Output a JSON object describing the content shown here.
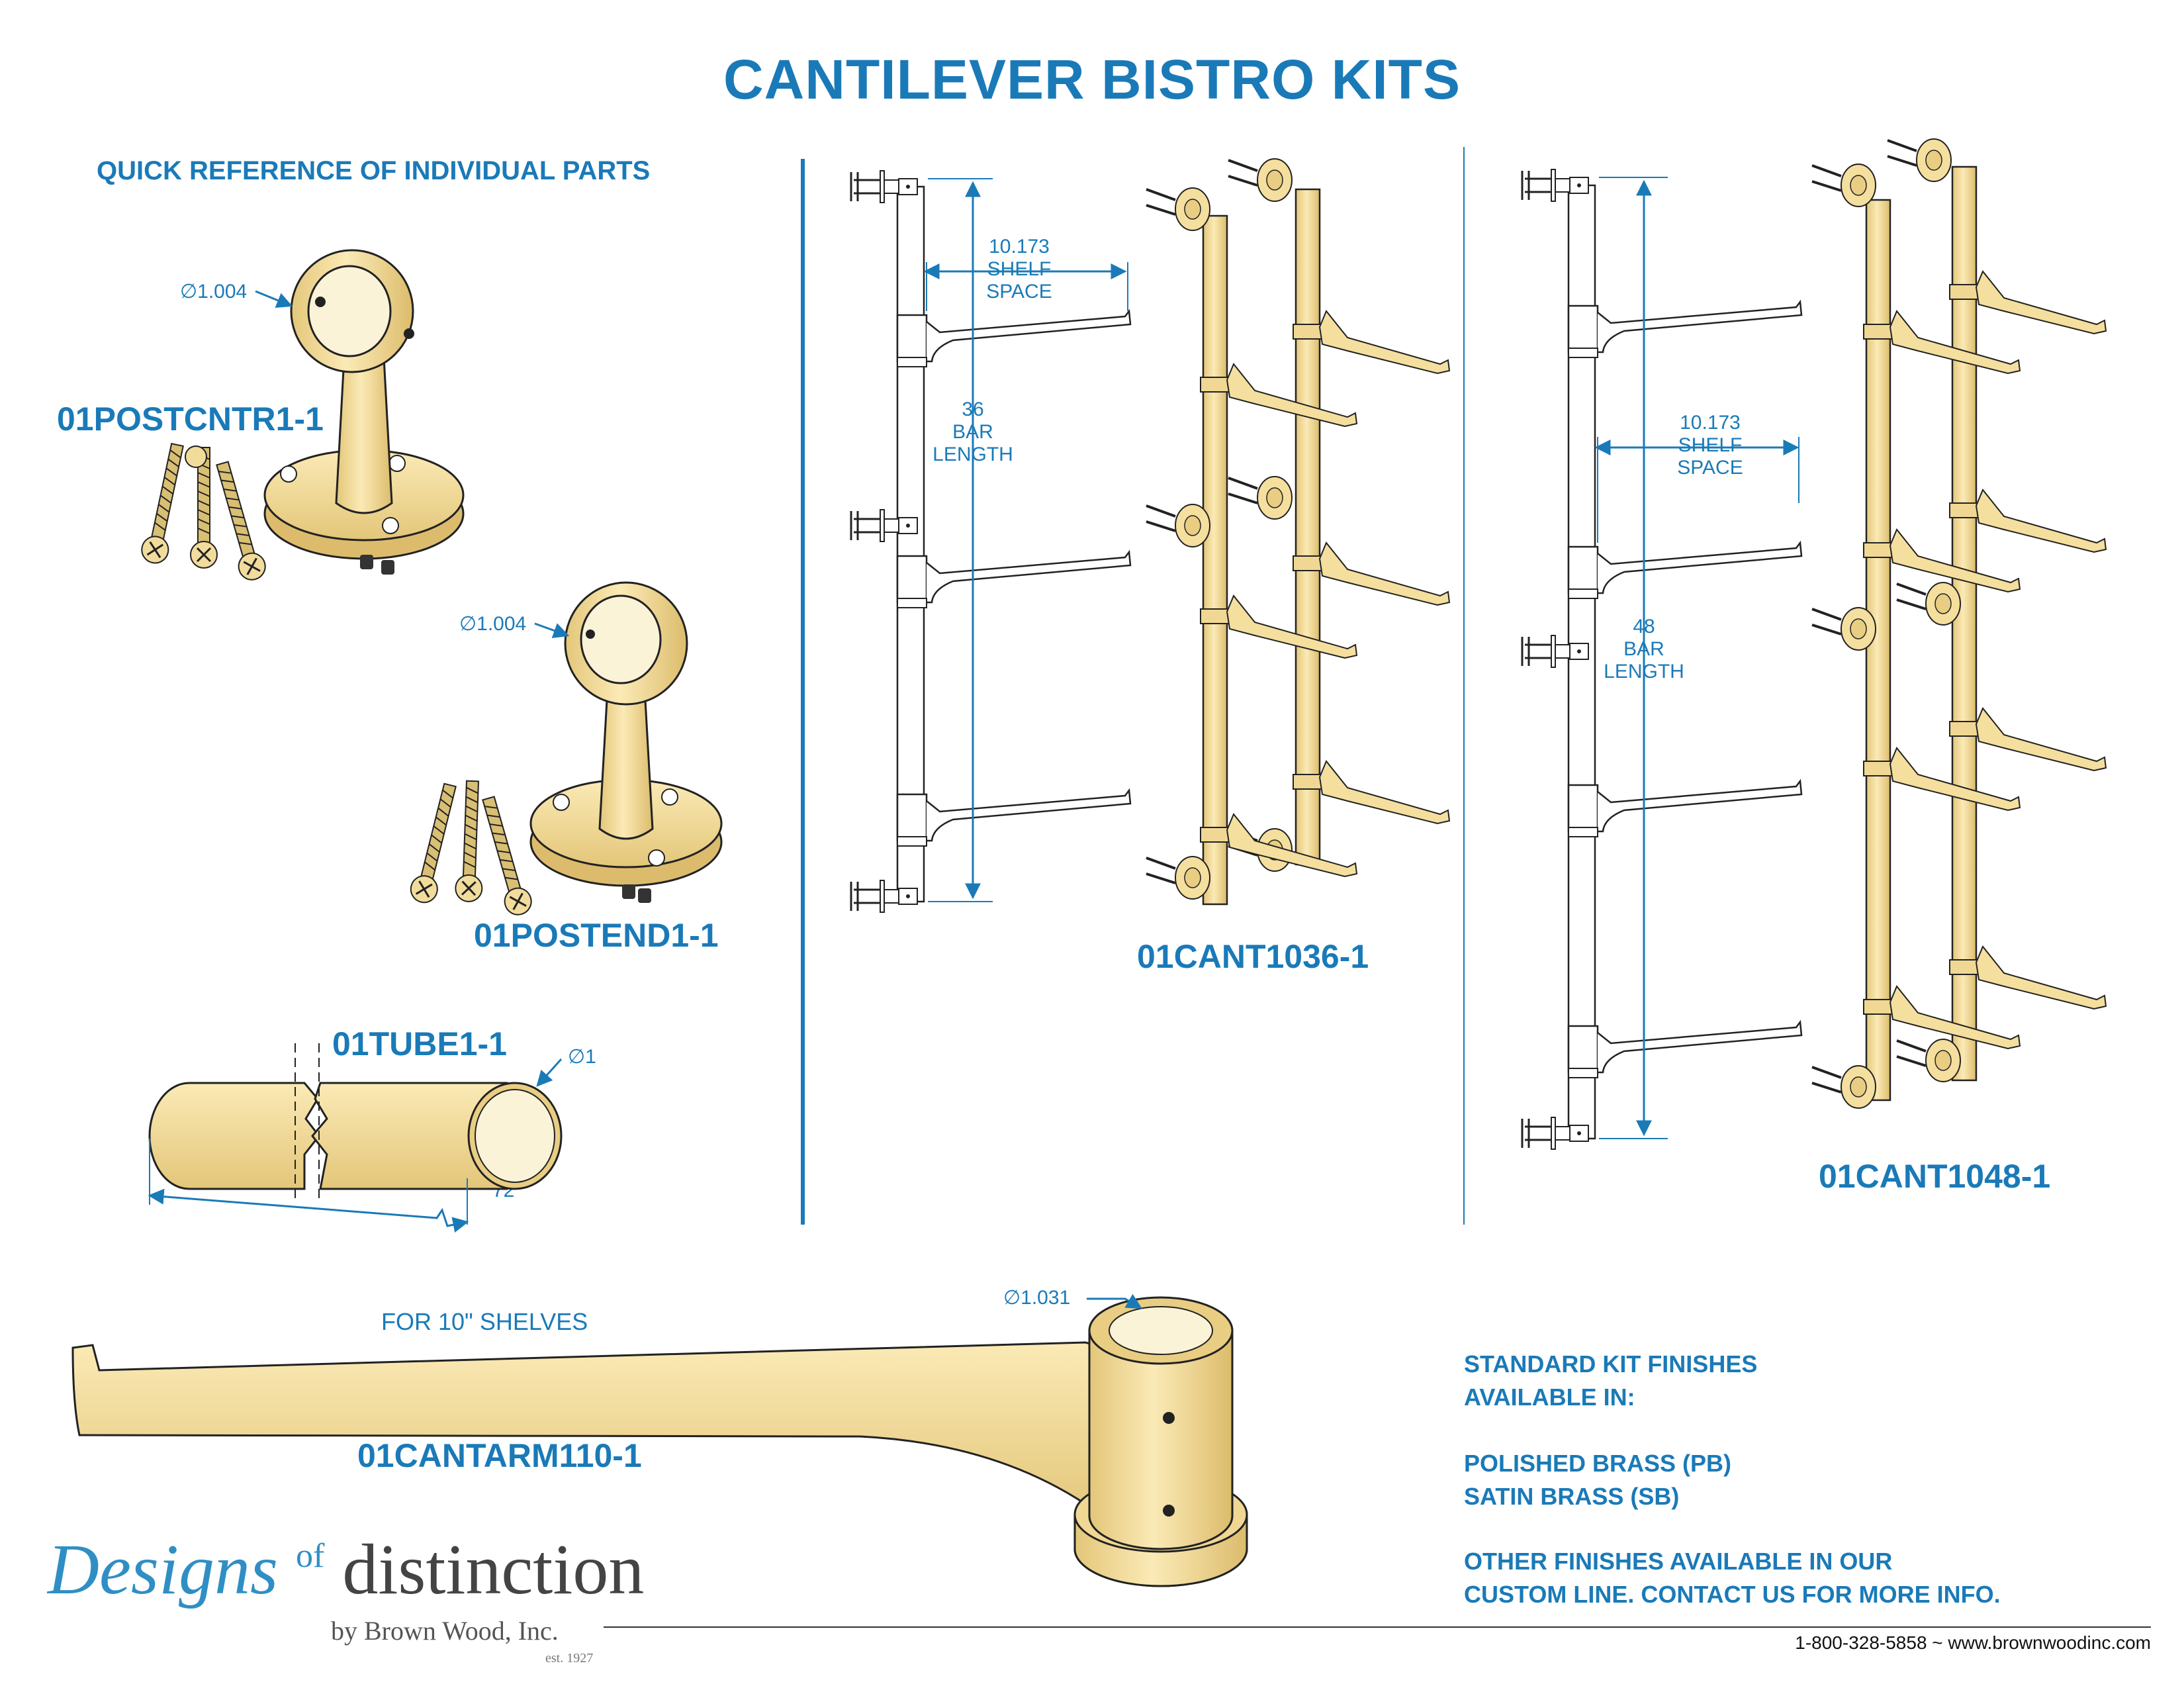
{
  "title": "CANTILEVER BISTRO KITS",
  "subtitle": "QUICK REFERENCE OF INDIVIDUAL PARTS",
  "parts": {
    "post_center": {
      "label": "01POSTCNTR1-1",
      "dia": "∅1.004"
    },
    "post_end": {
      "label": "01POSTEND1-1",
      "dia": "∅1.004"
    },
    "tube": {
      "label": "01TUBE1-1",
      "dia": "∅1",
      "length": "72"
    },
    "arm": {
      "label": "01CANTARM110-1",
      "dia": "∅1.031",
      "note": "FOR 10\" SHELVES"
    }
  },
  "kits": {
    "kit36": {
      "label": "01CANT1036-1",
      "shelf_dim": "10.173",
      "shelf_line2": "SHELF",
      "shelf_line3": "SPACE",
      "bar_dim": "36",
      "bar_line2": "BAR",
      "bar_line3": "LENGTH"
    },
    "kit48": {
      "label": "01CANT1048-1",
      "shelf_dim": "10.173",
      "shelf_line2": "SHELF",
      "shelf_line3": "SPACE",
      "bar_dim": "48",
      "bar_line2": "BAR",
      "bar_line3": "LENGTH"
    }
  },
  "finishes": {
    "line1": "STANDARD KIT FINISHES",
    "line2": "AVAILABLE IN:",
    "pb": "POLISHED BRASS (PB)",
    "sb": "SATIN BRASS (SB)",
    "other1": "OTHER FINISHES AVAILABLE IN OUR",
    "other2": "CUSTOM LINE. CONTACT US FOR MORE INFO."
  },
  "footer": {
    "contact": "1-800-328-5858 ~ www.brownwoodinc.com",
    "logo_designs": "Designs",
    "logo_of": "of",
    "logo_distinction": "distinction",
    "logo_byline": "by Brown Wood, Inc.",
    "logo_est": "est. 1927"
  },
  "colors": {
    "accent": "#1a7ab8",
    "brass": "#f7e3a6",
    "brass_shade": "#e7cd82",
    "outline": "#2a2a2a"
  }
}
